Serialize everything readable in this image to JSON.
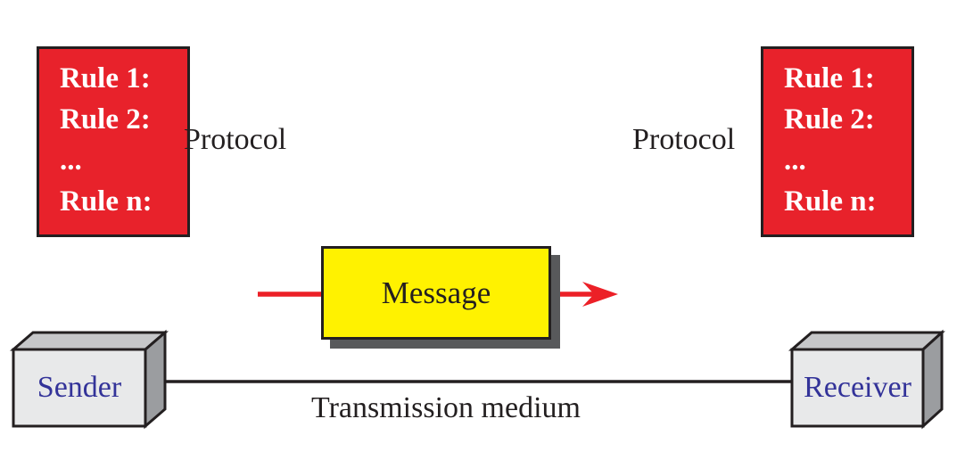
{
  "diagram": {
    "protocol_left": {
      "rules": [
        "Rule 1:",
        "Rule 2:",
        "...",
        "Rule n:"
      ],
      "label": "Protocol"
    },
    "protocol_right": {
      "rules": [
        "Rule 1:",
        "Rule 2:",
        "...",
        "Rule n:"
      ],
      "label": "Protocol"
    },
    "message": {
      "label": "Message"
    },
    "nodes": {
      "sender_label": "Sender",
      "receiver_label": "Receiver"
    },
    "transmission": {
      "label": "Transmission medium"
    },
    "colors": {
      "rules_box_red": "#e8222b",
      "message_yellow": "#fff200",
      "arrow_red": "#ec2027",
      "shadow_gray": "#58595b",
      "node_front_gray": "#e8e9ea",
      "node_top_gray": "#c6c7c9",
      "node_side_gray": "#9b9da0",
      "node_text_blue": "#333399",
      "outline_black": "#231f20"
    }
  }
}
